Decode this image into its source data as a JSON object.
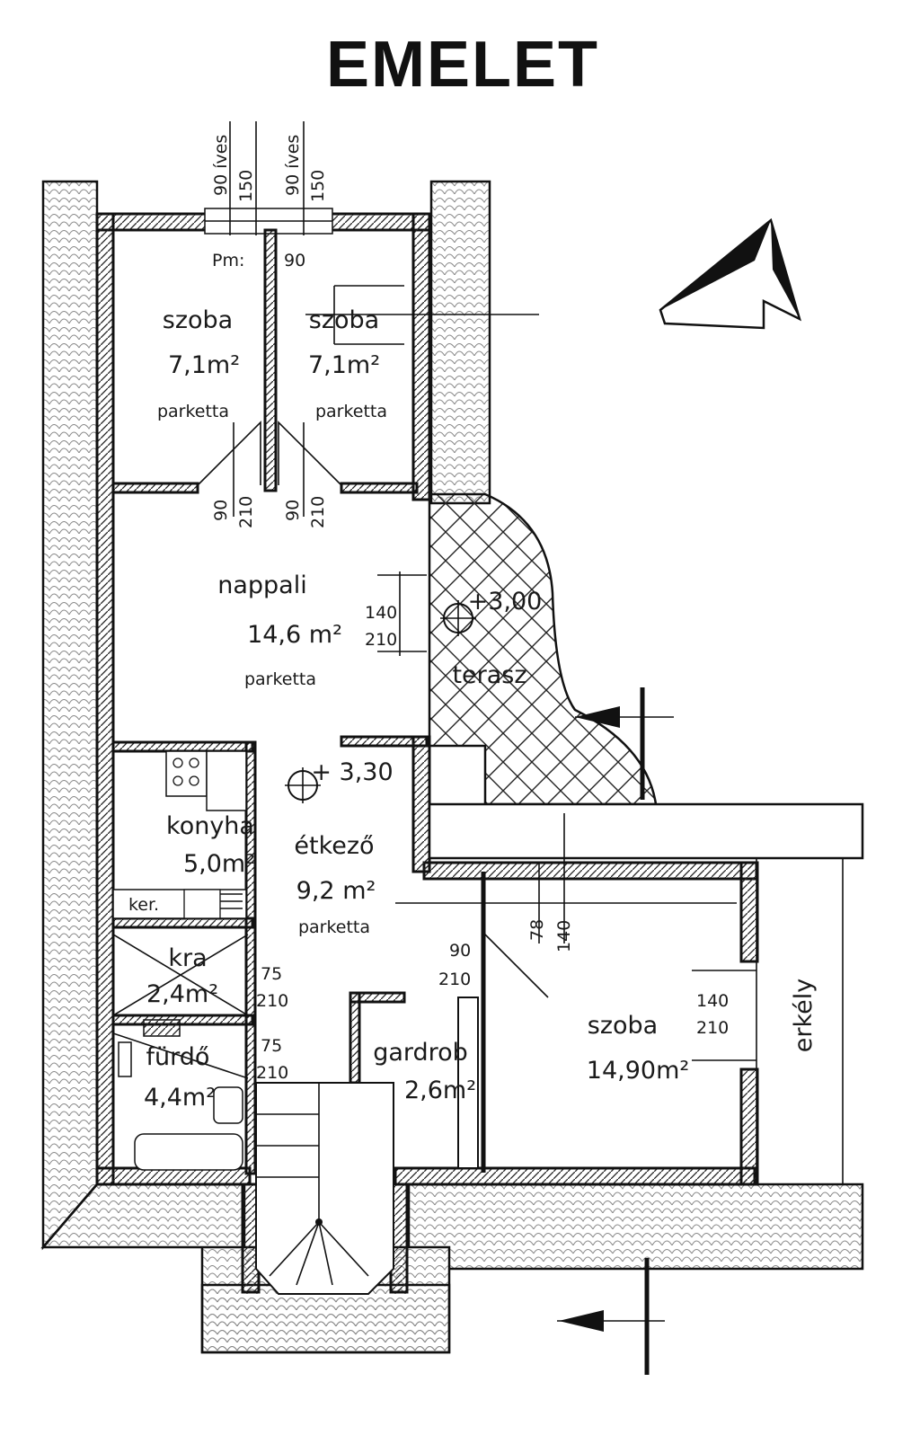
{
  "title": "EMELET",
  "rooms": {
    "szoba1": {
      "name": "szoba",
      "area": "7,1m²",
      "floor": "parketta"
    },
    "szoba2": {
      "name": "szoba",
      "area": "7,1m²",
      "floor": "parketta"
    },
    "nappali": {
      "name": "nappali",
      "area": "14,6 m²",
      "floor": "parketta"
    },
    "terasz": {
      "name": "terasz",
      "level": "+3,00"
    },
    "konyha": {
      "name": "konyha",
      "area": "5,0m²",
      "ker": "ker."
    },
    "etkezo": {
      "name": "étkező",
      "area": "9,2 m²",
      "floor": "parketta",
      "level": "+ 3,30"
    },
    "kra": {
      "name": "kra",
      "area": "2,4m²"
    },
    "furdo": {
      "name": "fürdő",
      "area": "4,4m²"
    },
    "gardrob": {
      "name": "gardrob",
      "area": "2,6m²"
    },
    "szoba3": {
      "name": "szoba",
      "area": "14,90m²"
    },
    "erkely": {
      "name": "erkély"
    }
  },
  "dimensions": {
    "win1_top": "90 íves",
    "win1_bot": "150",
    "win2_top": "90 íves",
    "win2_bot": "150",
    "pm": "Pm:",
    "pm_val": "90",
    "door1_w": "90",
    "door1_h": "210",
    "door2_w": "90",
    "door2_h": "210",
    "nappali_w": "140",
    "nappali_h": "210",
    "vert1": "78",
    "vert2": "140",
    "szoba3_door_w": "90",
    "szoba3_door_h": "210",
    "erkely_w": "140",
    "erkely_h": "210",
    "kra_w": "75",
    "kra_h": "210",
    "furdo_w": "75",
    "furdo_h": "210"
  }
}
